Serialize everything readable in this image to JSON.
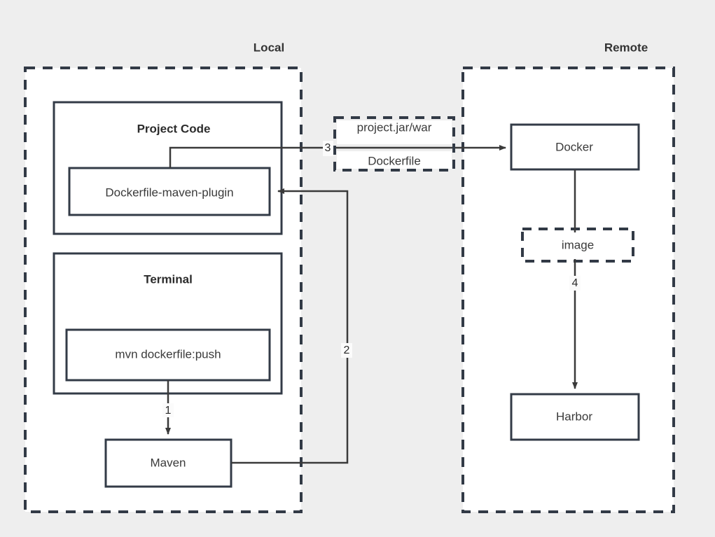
{
  "zones": {
    "local": {
      "label": "Local"
    },
    "remote": {
      "label": "Remote"
    }
  },
  "boxes": {
    "project_code": {
      "title": "Project Code"
    },
    "plugin": {
      "label": "Dockerfile-maven-plugin"
    },
    "terminal": {
      "title": "Terminal"
    },
    "command": {
      "label": "mvn dockerfile:push"
    },
    "maven": {
      "label": "Maven"
    },
    "docker": {
      "label": "Docker"
    },
    "harbor": {
      "label": "Harbor"
    }
  },
  "artifacts": {
    "transfer": {
      "line1": "project.jar/war",
      "line2": "Dockerfile"
    },
    "image": {
      "label": "image"
    }
  },
  "edges": {
    "e1": {
      "number": "1"
    },
    "e2": {
      "number": "2"
    },
    "e3": {
      "number": "3"
    },
    "e4": {
      "number": "4"
    }
  },
  "colors": {
    "background": "#eeeeee",
    "stroke": "#323a46",
    "line": "#3a3a3a",
    "surface": "#ffffff",
    "text": "#2b2b2b"
  }
}
